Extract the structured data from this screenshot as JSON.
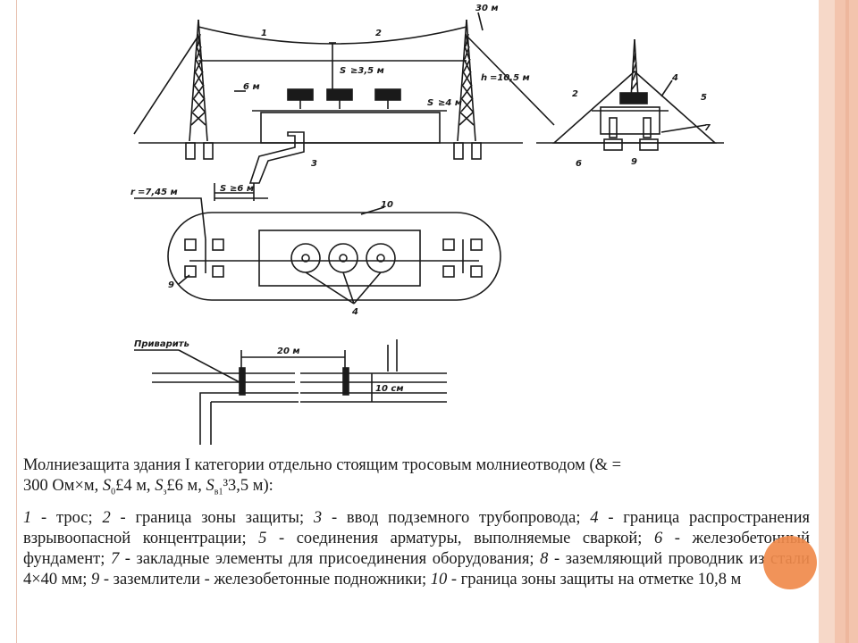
{
  "figure": {
    "labels": {
      "cable_num": "1",
      "zone_num": "2",
      "pipe_num": "3",
      "boundary_num": "4",
      "weld_num": "5",
      "foundation_num": "6",
      "embed_num": "7",
      "ground_num": "9",
      "zone10_num": "10",
      "dim_30m": "30 м",
      "dim_sbt": "S",
      "dim_sbt_rest": "≥3,5 м",
      "dim_h0": "h",
      "dim_h0_rest": "=10,5 м",
      "dim_6m": "6 м",
      "dim_sz4m": "S",
      "dim_sz4m_rest": "≥4 м",
      "dim_sz6m": "S",
      "dim_sz6m_rest": "≥6 м",
      "dim_rx": "r",
      "dim_rx_rest": "=7,45 м",
      "privarit": "Приварить",
      "dim_20m": "20 м",
      "dim_10cm": "10 см"
    }
  },
  "caption": {
    "main_line1": "Молниезащита здания I категории отдельно стоящим тросовым молниеотводом (& =",
    "main_line2_a": "300 Ом×м, ",
    "s0": "S",
    "s0_sub": "0",
    "s0_val": "£4 м, ",
    "sz": "S",
    "sz_sub": "з",
    "sz_val": "£6 м, ",
    "sv": "S",
    "sv_sub": "в1",
    "sv_val": "³3,5 м):",
    "legend": [
      {
        "num": "1",
        "text": " - трос; "
      },
      {
        "num": "2",
        "text": " - граница зоны защиты; "
      },
      {
        "num": "3",
        "text": " - ввод подземного трубопровода; "
      },
      {
        "num": "4",
        "text": " - граница распространения взрывоопасной концентрации; "
      },
      {
        "num": "5",
        "text": " - соединения арматуры, выполняемые сваркой; "
      },
      {
        "num": "6",
        "text": " - железобетонный фундамент; "
      },
      {
        "num": "7",
        "text": " - закладные элементы для присоединения оборудования; "
      },
      {
        "num": "8",
        "text": " - заземляющий проводник из стали 4×40 мм; "
      },
      {
        "num": "9",
        "text": " - заземлители - железобетонные подножники; "
      },
      {
        "num": "10",
        "text": " - граница зоны защиты на отметке 10,8 м"
      }
    ]
  },
  "colors": {
    "accent_stripe": "#f3c4ad",
    "accent_dot": "#f08a4b",
    "ink": "#1a1a1a"
  }
}
